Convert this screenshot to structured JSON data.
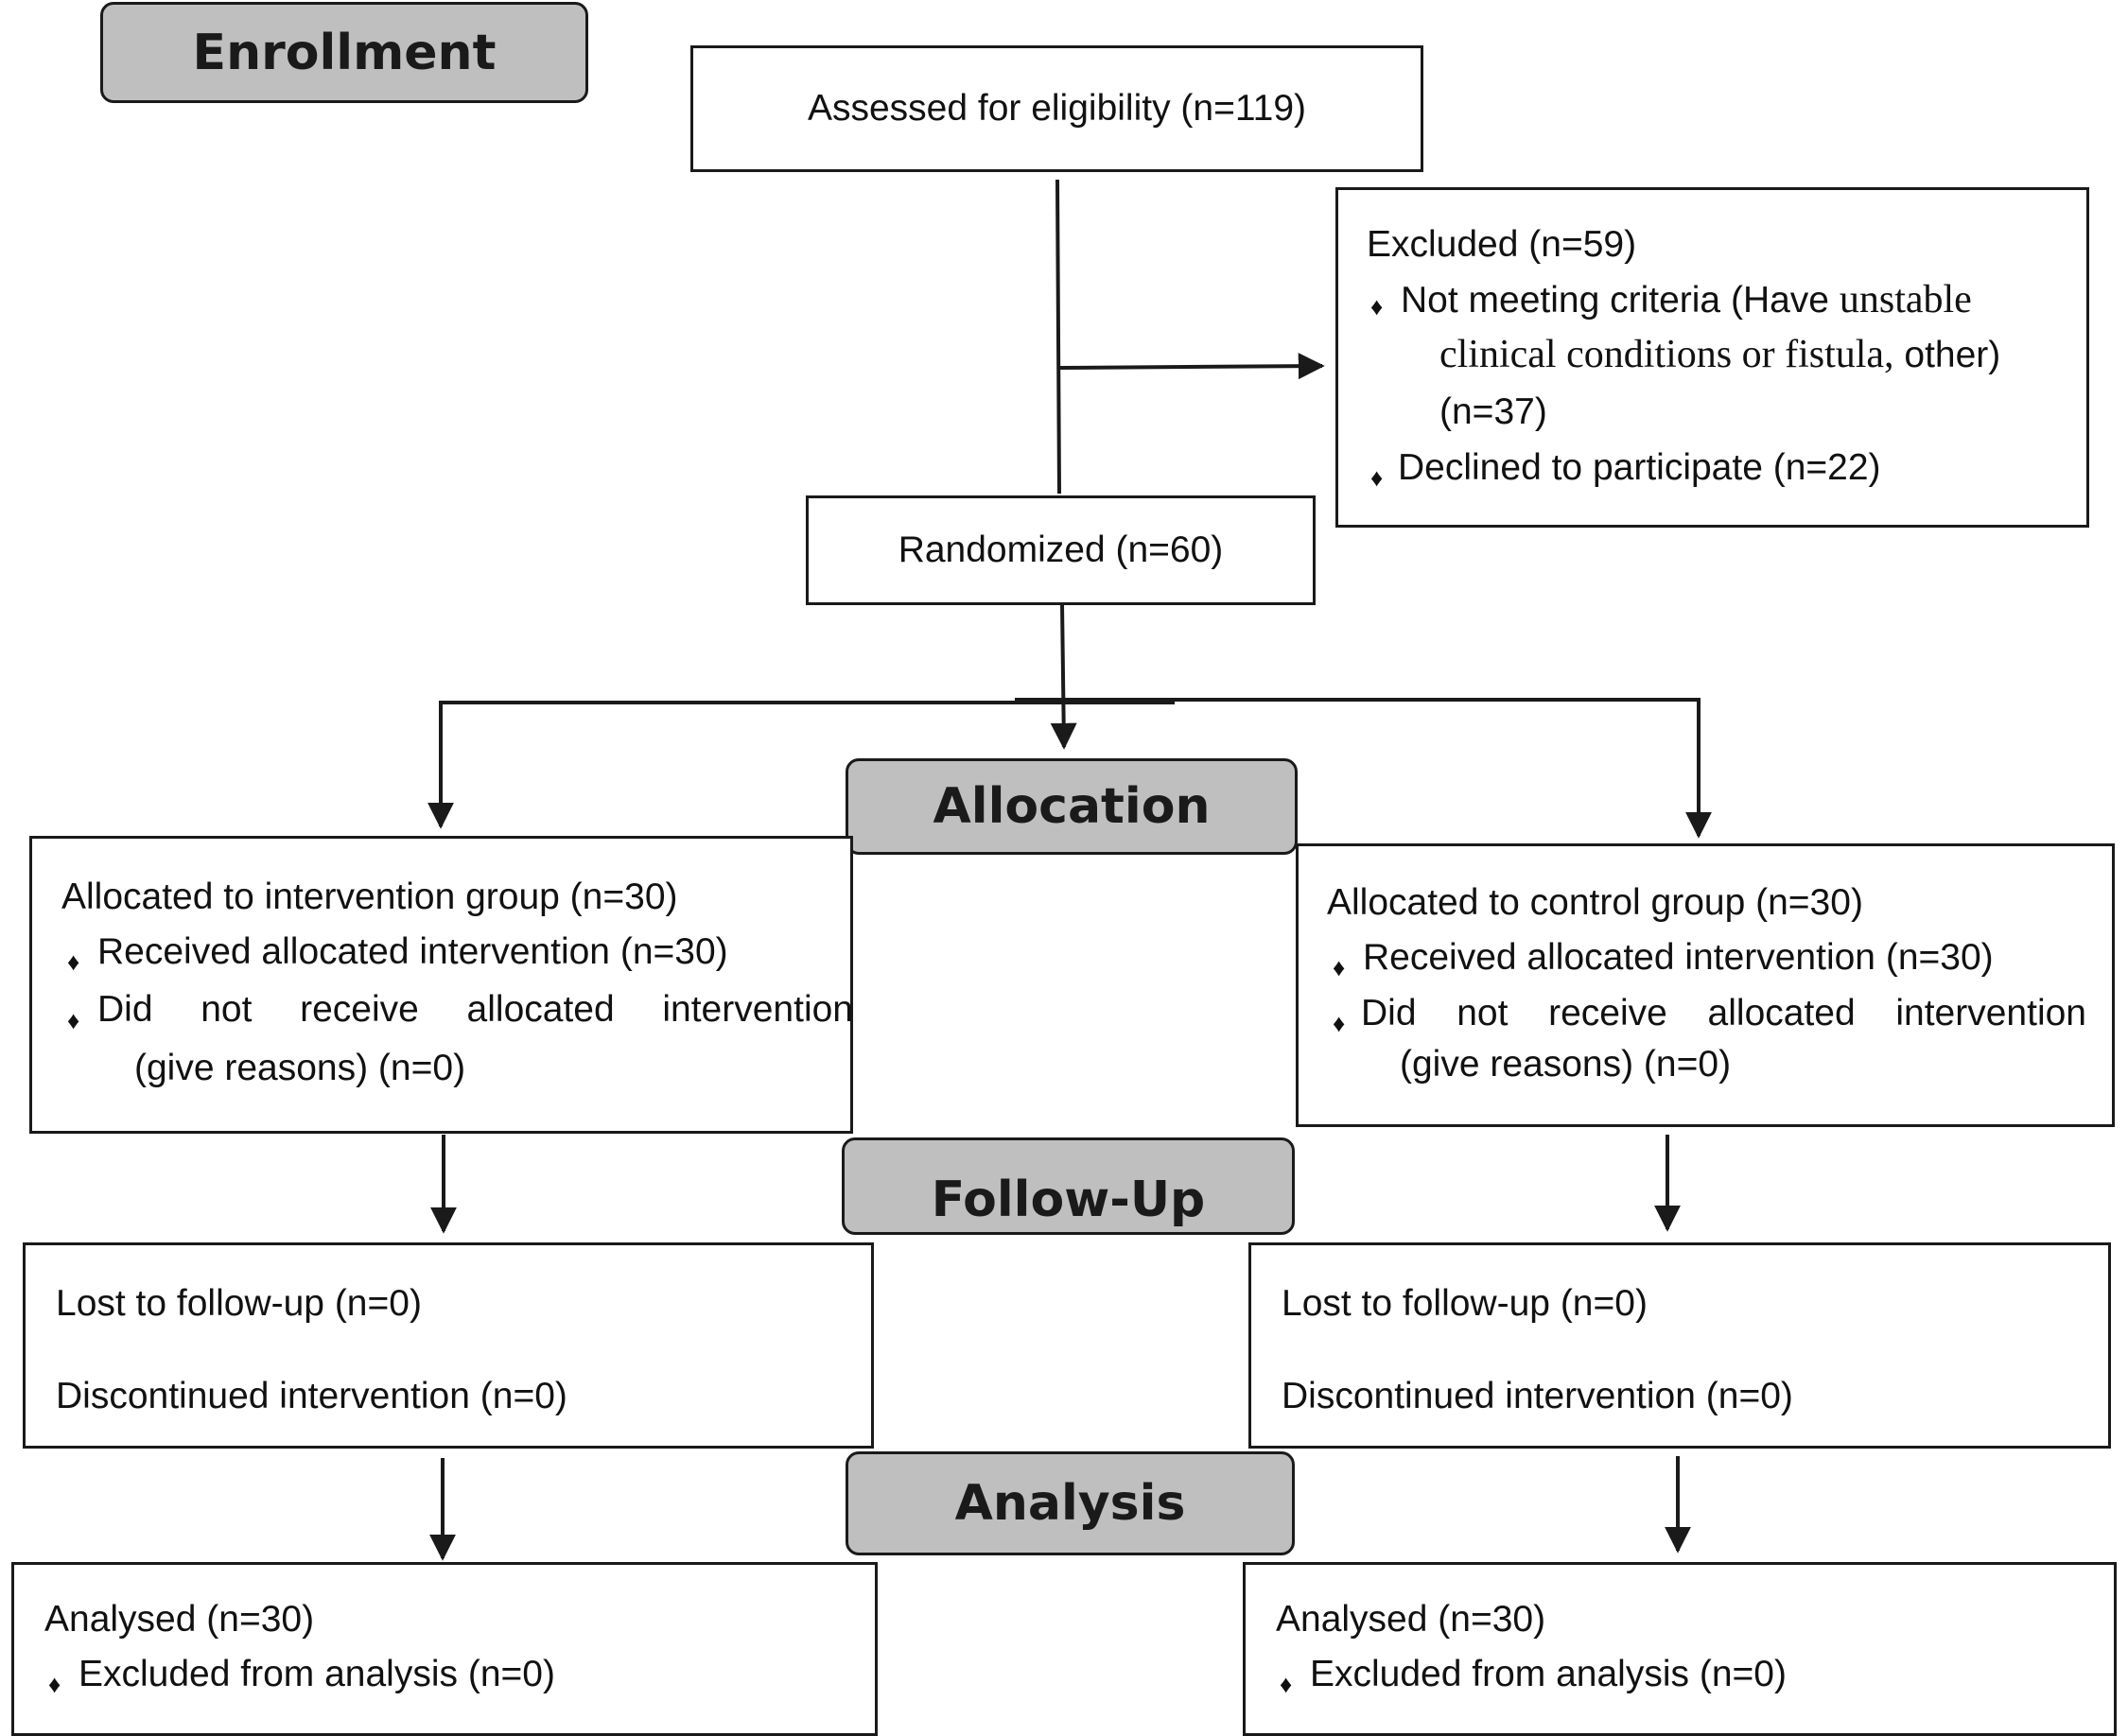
{
  "stages": {
    "enrollment": "Enrollment",
    "allocation": "Allocation",
    "follow_up": "Follow-Up",
    "analysis": "Analysis"
  },
  "assessed": "Assessed for eligibility (n=119)",
  "excluded": {
    "title": "Excluded (n=59)",
    "criteria_part1": "Not meeting criteria (Have ",
    "criteria_part2": "unstable",
    "criteria_line2": "clinical conditions or fistula,",
    "criteria_line2_end": " other)",
    "criteria_line3": "(n=37)",
    "declined": "Declined to participate (n=22)"
  },
  "randomized": "Randomized (n=60)",
  "intervention": {
    "allocated": "Allocated to intervention group (n=30)",
    "received": "Received allocated intervention (n=30)",
    "not_received_words": [
      "Did",
      "not",
      "receive",
      "allocated",
      "intervention"
    ],
    "not_received_reason": "(give reasons) (n=0)",
    "lost": "Lost to follow-up (n=0)",
    "discontinued": "Discontinued intervention (n=0)",
    "analysed": "Analysed (n=30)",
    "excluded_analysis": "Excluded from analysis (n=0)"
  },
  "control": {
    "allocated": "Allocated to control group (n=30)",
    "received": "Received allocated intervention (n=30)",
    "not_received_words": [
      "Did",
      "not",
      "receive",
      "allocated",
      "intervention"
    ],
    "not_received_reason": "(give reasons) (n=0)",
    "lost": "Lost to follow-up (n=0)",
    "discontinued": "Discontinued intervention (n=0)",
    "analysed": "Analysed (n=30)",
    "excluded_analysis": "Excluded from analysis (n=0)"
  },
  "bullet_glyph": "♦"
}
